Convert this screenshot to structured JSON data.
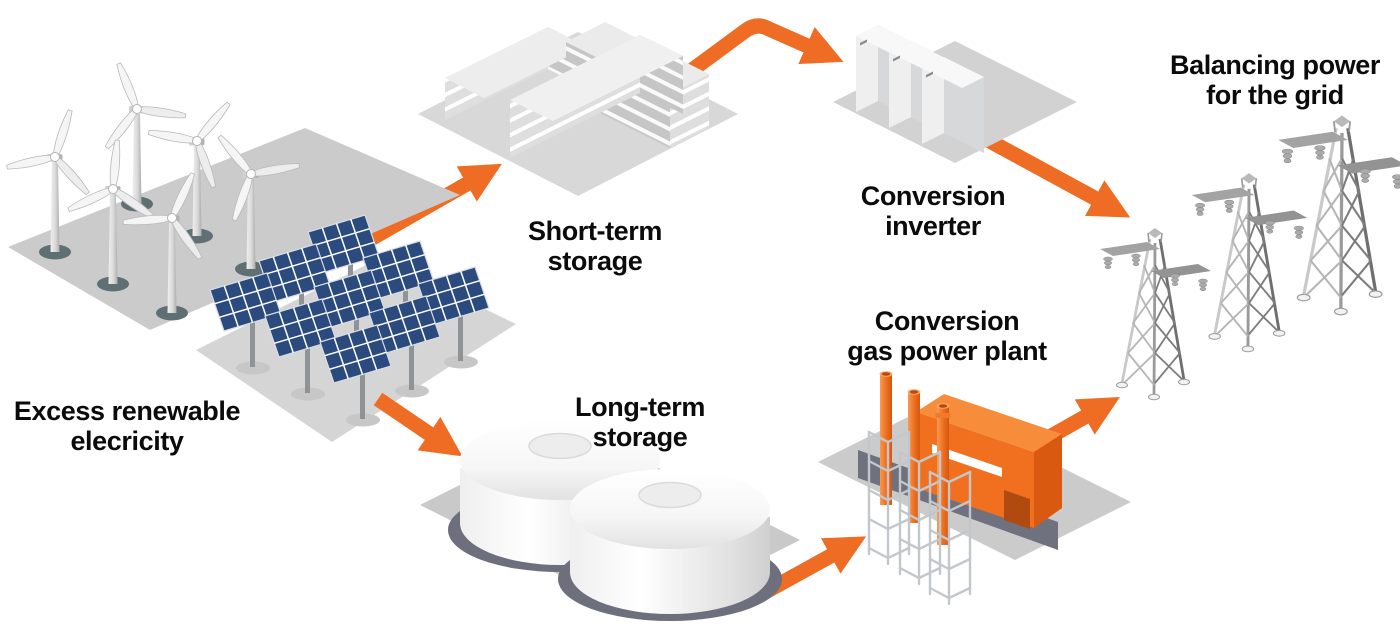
{
  "diagram": {
    "type": "process-flow",
    "subject": "Power-to-gas energy storage and grid balancing"
  },
  "labels": {
    "excess": [
      "Excess renewable",
      "elecricity"
    ],
    "short_term": [
      "Short-term",
      "storage"
    ],
    "long_term": [
      "Long-term",
      "storage"
    ],
    "inverter": [
      "Conversion",
      "inverter"
    ],
    "gas_plant": [
      "Conversion",
      "gas power plant"
    ],
    "grid": [
      "Balancing power",
      "for the grid"
    ]
  },
  "nodes": [
    {
      "id": "excess-renewable-electricity",
      "icon": "wind-turbines-and-solar-panels-icon"
    },
    {
      "id": "short-term-storage",
      "icon": "warehouse-buildings-icon"
    },
    {
      "id": "long-term-storage",
      "icon": "storage-tanks-icon"
    },
    {
      "id": "conversion-inverter",
      "icon": "inverter-cabinets-icon"
    },
    {
      "id": "conversion-gas-power-plant",
      "icon": "gas-power-plant-icon"
    },
    {
      "id": "balancing-power-for-the-grid",
      "icon": "transmission-towers-icon"
    }
  ],
  "flows": [
    {
      "from": "excess-renewable-electricity",
      "to": "short-term-storage"
    },
    {
      "from": "short-term-storage",
      "to": "conversion-inverter"
    },
    {
      "from": "conversion-inverter",
      "to": "balancing-power-for-the-grid"
    },
    {
      "from": "excess-renewable-electricity",
      "to": "long-term-storage"
    },
    {
      "from": "long-term-storage",
      "to": "conversion-gas-power-plant"
    },
    {
      "from": "conversion-gas-power-plant",
      "to": "balancing-power-for-the-grid"
    }
  ],
  "colors": {
    "arrow_orange": "#EE6C23",
    "plant_orange": "#F1701F",
    "solar_panel_blue": "#2B4A7E",
    "platform_gray": "#D2D2D2",
    "text": "#0B0B0B"
  }
}
